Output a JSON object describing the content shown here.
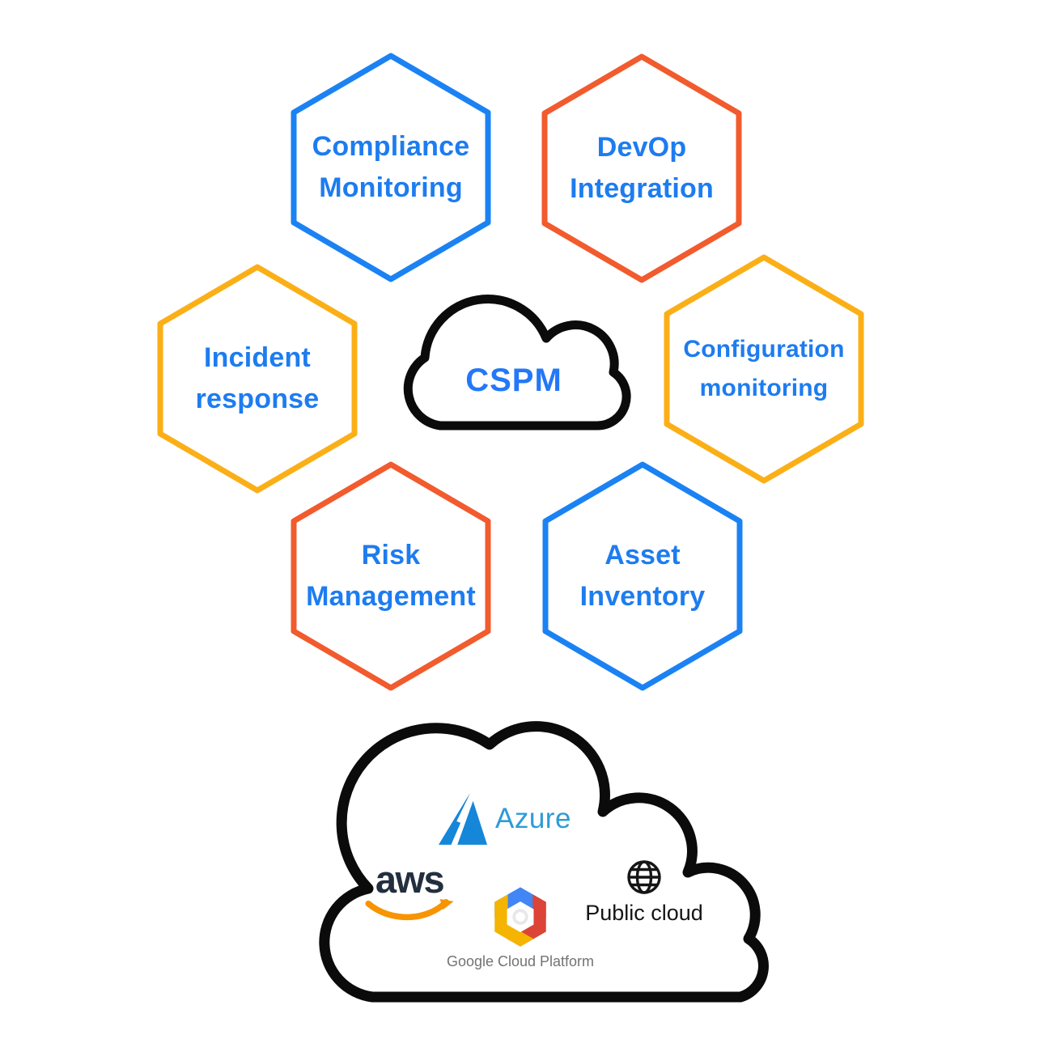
{
  "center_cloud": {
    "label": "CSPM",
    "label_color": "#2478F7",
    "outline_color": "#0B0B0B"
  },
  "hexagons": [
    {
      "id": "compliance-monitoring",
      "lines": [
        "Compliance",
        "Monitoring"
      ],
      "color": "#1B82F3"
    },
    {
      "id": "devop-integration",
      "lines": [
        "DevOp",
        "Integration"
      ],
      "color": "#F15B2D"
    },
    {
      "id": "incident-response",
      "lines": [
        "Incident",
        "response"
      ],
      "color": "#FBAF17"
    },
    {
      "id": "configuration-monitoring",
      "lines": [
        "Configuration",
        "monitoring"
      ],
      "color": "#FBAF17"
    },
    {
      "id": "risk-management",
      "lines": [
        "Risk",
        "Management"
      ],
      "color": "#F15B2D"
    },
    {
      "id": "asset-inventory",
      "lines": [
        "Asset",
        "Inventory"
      ],
      "color": "#1B82F3"
    }
  ],
  "providers_cloud": {
    "outline_color": "#0B0B0B",
    "azure": {
      "label": "Azure",
      "mark_color": "#1586D8",
      "text_color": "#2E9BD8"
    },
    "aws": {
      "label": "aws",
      "text_color": "#232F3E",
      "smile_color": "#F79400"
    },
    "google_cloud": {
      "label": "Google Cloud Platform",
      "text_color": "#737373",
      "hex_blue": "#4285F4",
      "hex_red": "#DB4437",
      "hex_yellow": "#F4B400"
    },
    "public_cloud": {
      "label": "Public cloud",
      "color": "#151515"
    }
  },
  "colors": {
    "background": "#FFFFFF",
    "hexagon_label_text": "#1D7CF0"
  }
}
